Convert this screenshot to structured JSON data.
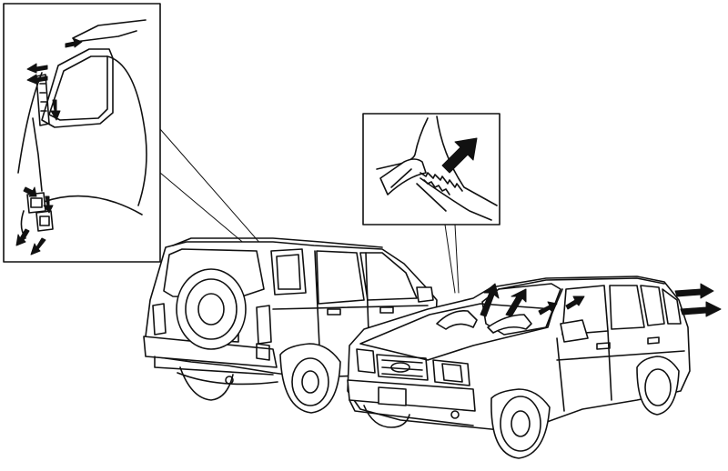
{
  "figure": {
    "subject": "vehicle-body-trim-removal-diagram",
    "callouts": [
      {
        "name": "rear-quarter-detail",
        "shape": "rectangle"
      },
      {
        "name": "windshield-pillar-detail",
        "shape": "rectangle"
      }
    ],
    "arrow_count": {
      "rear_detail": 8,
      "front_vehicle": 6,
      "pillar_detail": 1
    },
    "colors": {
      "ink": "#111111",
      "paper": "#ffffff"
    }
  }
}
